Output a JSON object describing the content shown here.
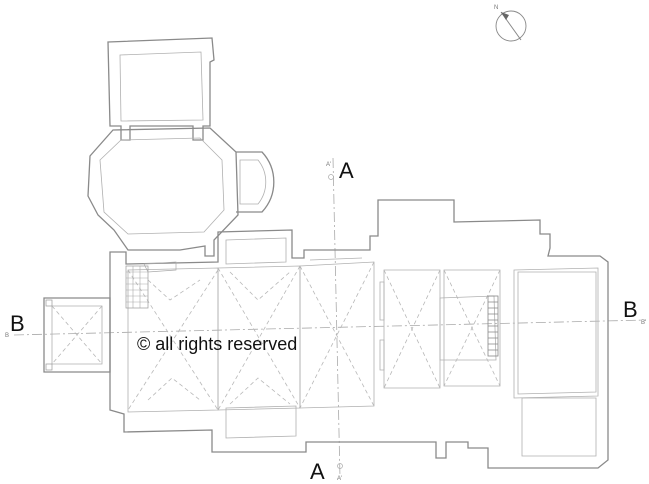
{
  "plan": {
    "section_a_top": "A",
    "section_a_bottom": "A",
    "section_b_left": "B",
    "section_b_right": "B",
    "small_a_top": "A'",
    "small_a_bottom": "A'",
    "small_b_left": "B",
    "small_b_right": "B'",
    "north_label": "N",
    "watermark": "© all rights reserved"
  },
  "colors": {
    "wall": "#8a8a8a",
    "text": "#111111",
    "background": "#ffffff"
  }
}
